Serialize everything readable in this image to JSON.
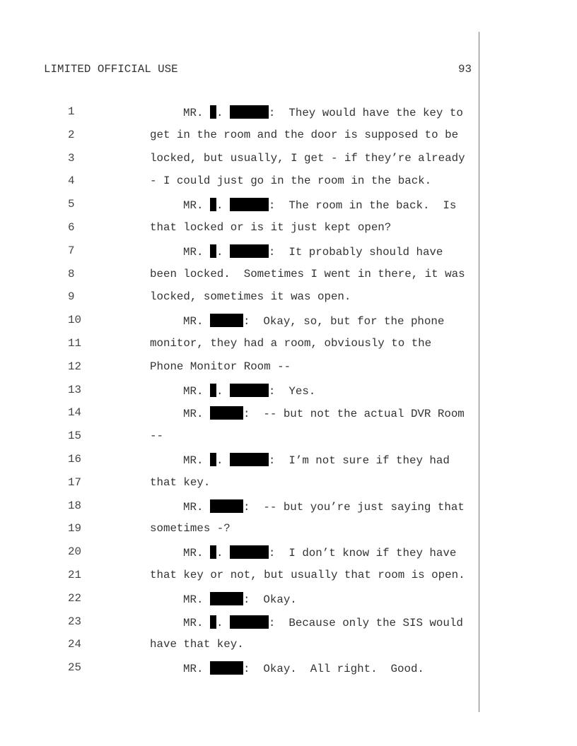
{
  "header": {
    "title": "LIMITED OFFICIAL USE",
    "page_number": "93"
  },
  "speaker_prefix": "MR.",
  "lines": [
    {
      "num": "1",
      "type": "witness",
      "text": "They would have the key to"
    },
    {
      "num": "2",
      "type": "plain",
      "text": "get in the room and the door is supposed to be"
    },
    {
      "num": "3",
      "type": "plain",
      "text": "locked, but usually, I get - if they’re already"
    },
    {
      "num": "4",
      "type": "plain",
      "text": "- I could just go in the room in the back."
    },
    {
      "num": "5",
      "type": "witness",
      "text": "The room in the back.  Is"
    },
    {
      "num": "6",
      "type": "plain",
      "text": "that locked or is it just kept open?"
    },
    {
      "num": "7",
      "type": "witness",
      "text": "It probably should have"
    },
    {
      "num": "8",
      "type": "plain",
      "text": "been locked.  Sometimes I went in there, it was"
    },
    {
      "num": "9",
      "type": "plain",
      "text": "locked, sometimes it was open."
    },
    {
      "num": "10",
      "type": "examiner",
      "text": "Okay, so, but for the phone"
    },
    {
      "num": "11",
      "type": "plain",
      "text": "monitor, they had a room, obviously to the"
    },
    {
      "num": "12",
      "type": "plain",
      "text": "Phone Monitor Room --"
    },
    {
      "num": "13",
      "type": "witness",
      "text": "Yes."
    },
    {
      "num": "14",
      "type": "examiner",
      "text": "-- but not the actual DVR Room"
    },
    {
      "num": "15",
      "type": "plain",
      "text": "--"
    },
    {
      "num": "16",
      "type": "witness",
      "text": "I’m not sure if they had"
    },
    {
      "num": "17",
      "type": "plain",
      "text": "that key."
    },
    {
      "num": "18",
      "type": "examiner",
      "text": "-- but you’re just saying that"
    },
    {
      "num": "19",
      "type": "plain",
      "text": "sometimes -?"
    },
    {
      "num": "20",
      "type": "witness",
      "text": "I don’t know if they have"
    },
    {
      "num": "21",
      "type": "plain",
      "text": "that key or not, but usually that room is open."
    },
    {
      "num": "22",
      "type": "examiner",
      "text": "Okay."
    },
    {
      "num": "23",
      "type": "witness",
      "text": "Because only the SIS would"
    },
    {
      "num": "24",
      "type": "plain",
      "text": "have that key."
    },
    {
      "num": "25",
      "type": "examiner",
      "text": "Okay.  All right.  Good."
    }
  ]
}
